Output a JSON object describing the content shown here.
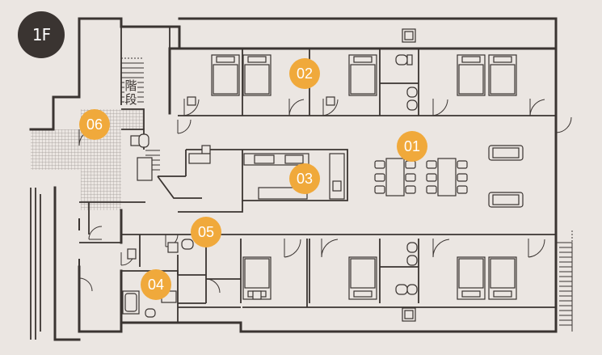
{
  "floor_badge": "1F",
  "stairs_label": "階\n段",
  "markers": [
    {
      "id": "01",
      "label": "01"
    },
    {
      "id": "02",
      "label": "02"
    },
    {
      "id": "03",
      "label": "03"
    },
    {
      "id": "04",
      "label": "04"
    },
    {
      "id": "05",
      "label": "05"
    },
    {
      "id": "06",
      "label": "06"
    }
  ],
  "colors": {
    "background": "#ebe6e2",
    "wall": "#3a3431",
    "marker": "#f0a93b",
    "marker_text": "#ffffff",
    "badge": "#3a3431",
    "hatch": "#9d9794"
  }
}
